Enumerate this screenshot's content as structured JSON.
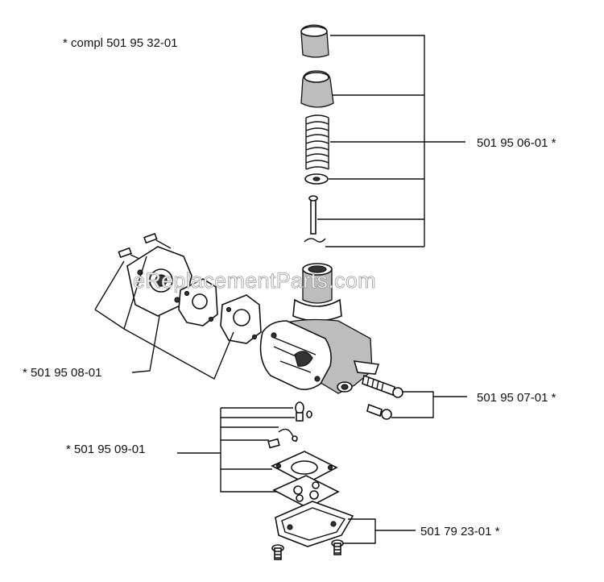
{
  "header_note": "* compl 501 95 32-01",
  "watermark": "eReplacementParts.com",
  "callouts": {
    "nozzle_kit": "501 95 06-01 *",
    "screw_kit": "501 95 07-01 *",
    "manifold_kit": "* 501 95 08-01",
    "pump_kit": "* 501 95 09-01",
    "cover_kit": "501 79 23-01 *"
  }
}
